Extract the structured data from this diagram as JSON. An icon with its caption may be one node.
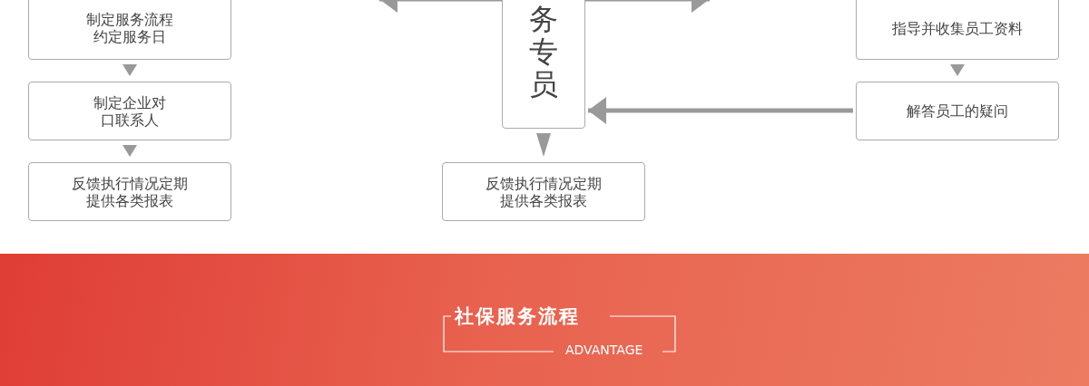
{
  "diagram": {
    "title": "社保服务流程",
    "nodes": [
      {
        "text": [
          "制定服务流程约定服务日"
        ]
      },
      {
        "text": [
          "制定企业对口联系人"
        ]
      },
      {
        "text": [
          "反馈执行情况定期提供各类报表"
        ]
      },
      {
        "text": [
          "务专员"
        ]
      },
      {
        "text": [
          "反馈执行情况定期提供各类报表"
        ]
      },
      {
        "text": [
          "指导并收集员工资料"
        ]
      },
      {
        "text": [
          "解答员工的疑问"
        ]
      }
    ],
    "edges": [
      {
        "from": 3,
        "to": null,
        "arrow": "to"
      },
      {
        "from": 3,
        "to": null,
        "arrow": "to"
      },
      {
        "from": 0,
        "to": 1,
        "arrow": "to"
      },
      {
        "from": 1,
        "to": 2,
        "arrow": "to"
      },
      {
        "from": 3,
        "to": 4,
        "arrow": "to"
      },
      {
        "from": 5,
        "to": 6,
        "arrow": "to"
      },
      {
        "from": 6,
        "to": 3,
        "arrow": "to"
      }
    ],
    "labels": [
      "ADVANTAGE"
    ]
  }
}
